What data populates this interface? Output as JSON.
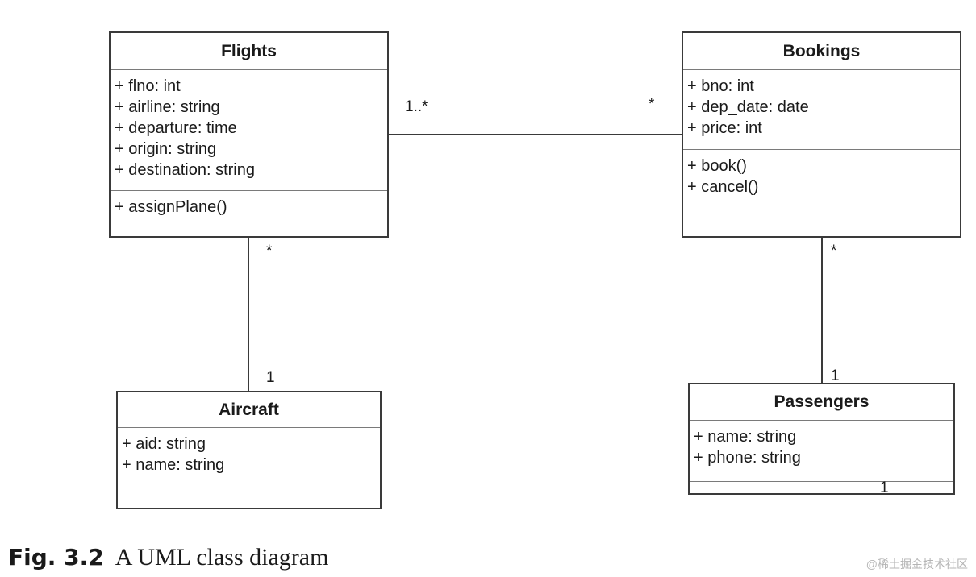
{
  "classes": {
    "flights": {
      "name": "Flights",
      "attributes": [
        "+ flno: int",
        "+ airline: string",
        "+ departure: time",
        "+ origin: string",
        "+ destination: string"
      ],
      "methods": [
        "+ assignPlane()"
      ]
    },
    "bookings": {
      "name": "Bookings",
      "attributes": [
        "+ bno: int",
        "+ dep_date: date",
        "+ price: int"
      ],
      "methods": [
        "+ book()",
        "+ cancel()"
      ]
    },
    "aircraft": {
      "name": "Aircraft",
      "attributes": [
        "+ aid: string",
        "+ name: string"
      ],
      "methods": []
    },
    "passengers": {
      "name": "Passengers",
      "attributes": [
        "+ name: string",
        "+ phone: string"
      ],
      "methods": []
    }
  },
  "associations": {
    "flights_bookings": {
      "flights_end": "1..*",
      "bookings_end": "*"
    },
    "flights_aircraft": {
      "flights_end": "*",
      "aircraft_end": "1"
    },
    "bookings_passengers": {
      "bookings_end": "*",
      "passengers_end": "1"
    },
    "passengers_extra": "1"
  },
  "caption": {
    "number": "Fig. 3.2",
    "text": "A UML class diagram"
  },
  "watermark": "@稀土掘金技术社区"
}
